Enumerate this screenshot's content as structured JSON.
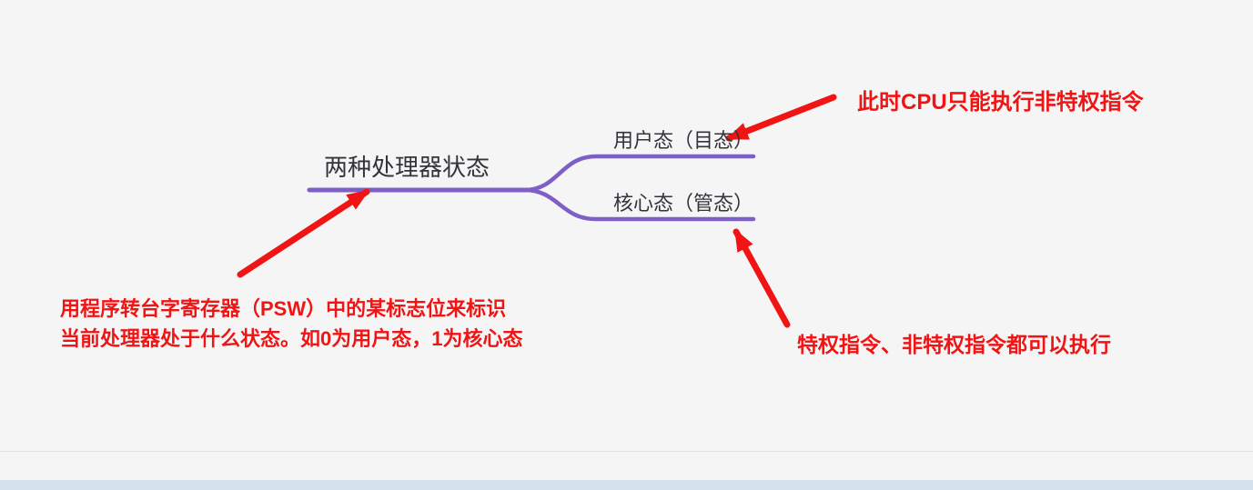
{
  "page": {
    "background_color": "#f5f5f6",
    "divider_color": "#e0e1e4",
    "bottom_bar_color": "#d3e2ec"
  },
  "mindmap": {
    "branch_color": "#7d5fc5",
    "text_color": "#33333b",
    "root": {
      "label": "两种处理器状态"
    },
    "children": [
      {
        "label": "用户态（目态）"
      },
      {
        "label": "核心态（管态）"
      }
    ]
  },
  "annotations": {
    "color": "#f01414",
    "top_right": {
      "text": "此时CPU只能执行非特权指令"
    },
    "bottom_left": {
      "lines": [
        "用程序转台字寄存器（PSW）中的某标志位来标识",
        "当前处理器处于什么状态。如0为用户态，1为核心态"
      ]
    },
    "bottom_right": {
      "text": "特权指令、非特权指令都可以执行"
    }
  }
}
